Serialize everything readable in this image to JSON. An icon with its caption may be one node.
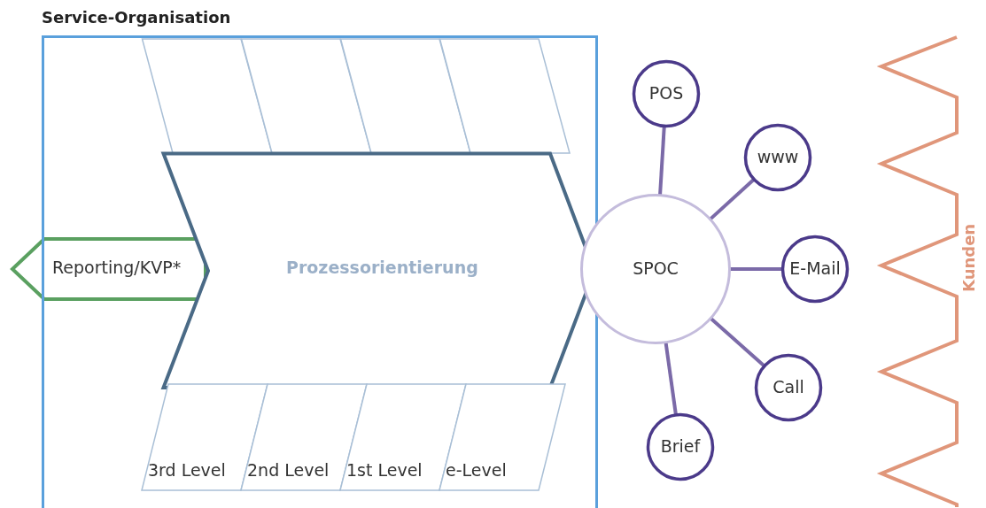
{
  "diagram": {
    "nodes": [
      {
        "text": [
          "Service-Organisation"
        ]
      },
      {
        "text": [],
        "shape": "parallelogram",
        "in": 0
      },
      {
        "text": [],
        "shape": "parallelogram",
        "in": 0
      },
      {
        "text": [],
        "shape": "parallelogram",
        "in": 0
      },
      {
        "text": [],
        "shape": "parallelogram",
        "in": 0
      },
      {
        "text": [
          "Prozessorientierung"
        ],
        "in": 0
      },
      {
        "text": [
          "3rd Level"
        ],
        "in": 0
      },
      {
        "text": [
          "2nd Level"
        ],
        "in": 0
      },
      {
        "text": [
          "1st Level"
        ],
        "in": 0
      },
      {
        "text": [
          "e-Level"
        ],
        "in": 0
      },
      {
        "text": [
          "Reporting/KVP*"
        ]
      },
      {
        "text": [
          "SPOC"
        ]
      },
      {
        "text": [
          "POS"
        ]
      },
      {
        "text": [
          "www"
        ]
      },
      {
        "text": [
          "E-Mail"
        ]
      },
      {
        "text": [
          "Call"
        ]
      },
      {
        "text": [
          "Brief"
        ]
      },
      {
        "text": [
          "Kunden"
        ]
      }
    ],
    "edges": [
      {
        "from": 11,
        "to": 12,
        "arrow": "none"
      },
      {
        "from": 11,
        "to": 13,
        "arrow": "none"
      },
      {
        "from": 11,
        "to": 14,
        "arrow": "none"
      },
      {
        "from": 11,
        "to": 15,
        "arrow": "none"
      },
      {
        "from": 11,
        "to": 16,
        "arrow": "none"
      }
    ]
  }
}
